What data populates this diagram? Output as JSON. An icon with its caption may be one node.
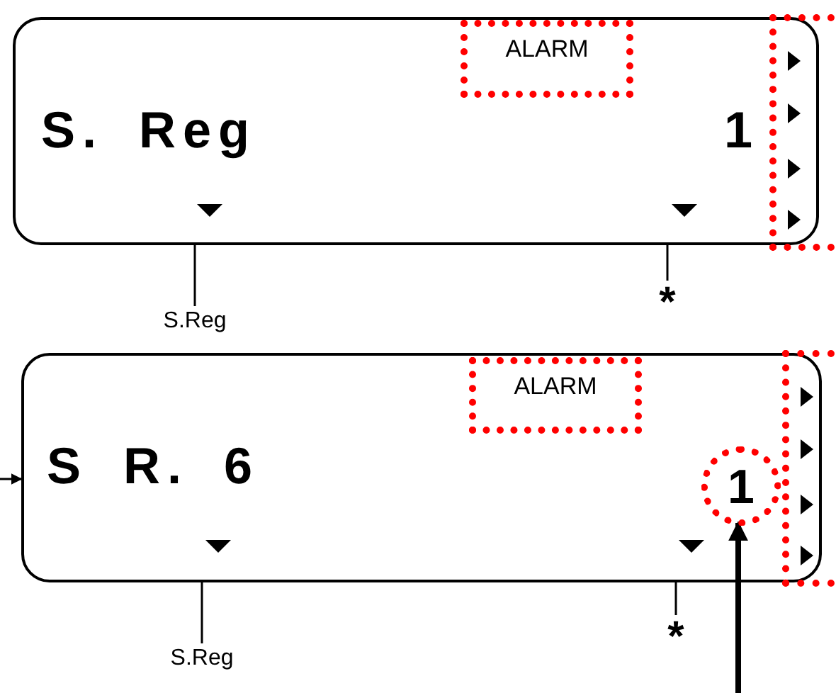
{
  "diagram": {
    "nodes": [
      {
        "text": [
          "S. Reg",
          "1"
        ]
      },
      {
        "text": [
          "ALARM"
        ],
        "in": 0
      },
      {
        "text": [],
        "shape": "box"
      },
      {
        "text": [
          "S.Reg"
        ]
      },
      {
        "text": [
          "*"
        ]
      },
      {
        "text": [
          "S R. 6"
        ]
      },
      {
        "text": [
          "ALARM"
        ],
        "in": 5
      },
      {
        "text": [
          "1"
        ],
        "in": 5
      },
      {
        "text": [],
        "shape": "box"
      },
      {
        "text": [
          "S.Reg"
        ]
      },
      {
        "text": [
          "*"
        ]
      }
    ],
    "edges": [
      {
        "from": 3,
        "to": 0,
        "arrow": "none"
      },
      {
        "from": 4,
        "to": 0,
        "arrow": "none"
      },
      {
        "from": 9,
        "to": 5,
        "arrow": "none"
      },
      {
        "from": 10,
        "to": 5,
        "arrow": "none"
      },
      {
        "from": null,
        "to": 5,
        "arrow": "to"
      },
      {
        "from": null,
        "to": 7,
        "arrow": "to",
        "style": "thick"
      }
    ]
  }
}
